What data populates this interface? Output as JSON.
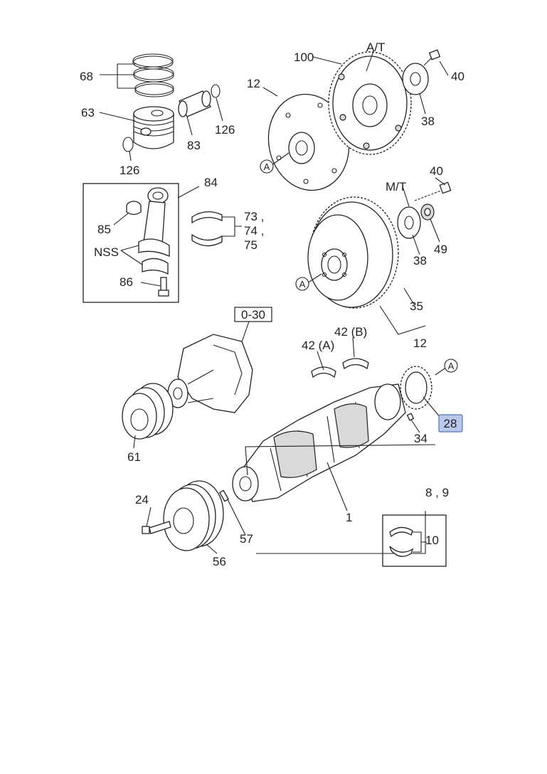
{
  "callouts": {
    "rings": "68",
    "piston": "63",
    "snap_ring_top": "126",
    "piston_pin": "83",
    "snap_ring_left": "126",
    "con_rod_assembly": "84",
    "bushing": "85",
    "nss": "NSS",
    "bearing_a": "73 ,",
    "bearing_b": "74 ,",
    "bearing_c": "75",
    "rod_bolt": "86",
    "flexplate_bolt_top": "100",
    "at_label": "A/T",
    "bolt_40_top": "40",
    "flexplate": "12",
    "washer_38_top": "38",
    "marker_a_flexplate": "A",
    "mt_label": "M/T",
    "bolt_40_mid": "40",
    "washer_38_mid": "38",
    "pilot_bearing": "49",
    "marker_a_flywheel": "A",
    "ring_gear": "35",
    "flywheel": "12",
    "ref_box": "0-30",
    "thrust_a": "42 (A)",
    "thrust_b": "42 (B)",
    "marker_a_gear": "A",
    "timing_gear": "28",
    "key_34": "34",
    "pulley_61": "61",
    "crankshaft": "1",
    "main_bearing_set": "8 , 9",
    "bolt_24": "24",
    "pin_57": "57",
    "pulley_56": "56",
    "main_bearing": "10"
  },
  "colors": {
    "line": "#222222",
    "highlight_fill": "#b9c8ea",
    "highlight_stroke": "#5b73b3"
  }
}
